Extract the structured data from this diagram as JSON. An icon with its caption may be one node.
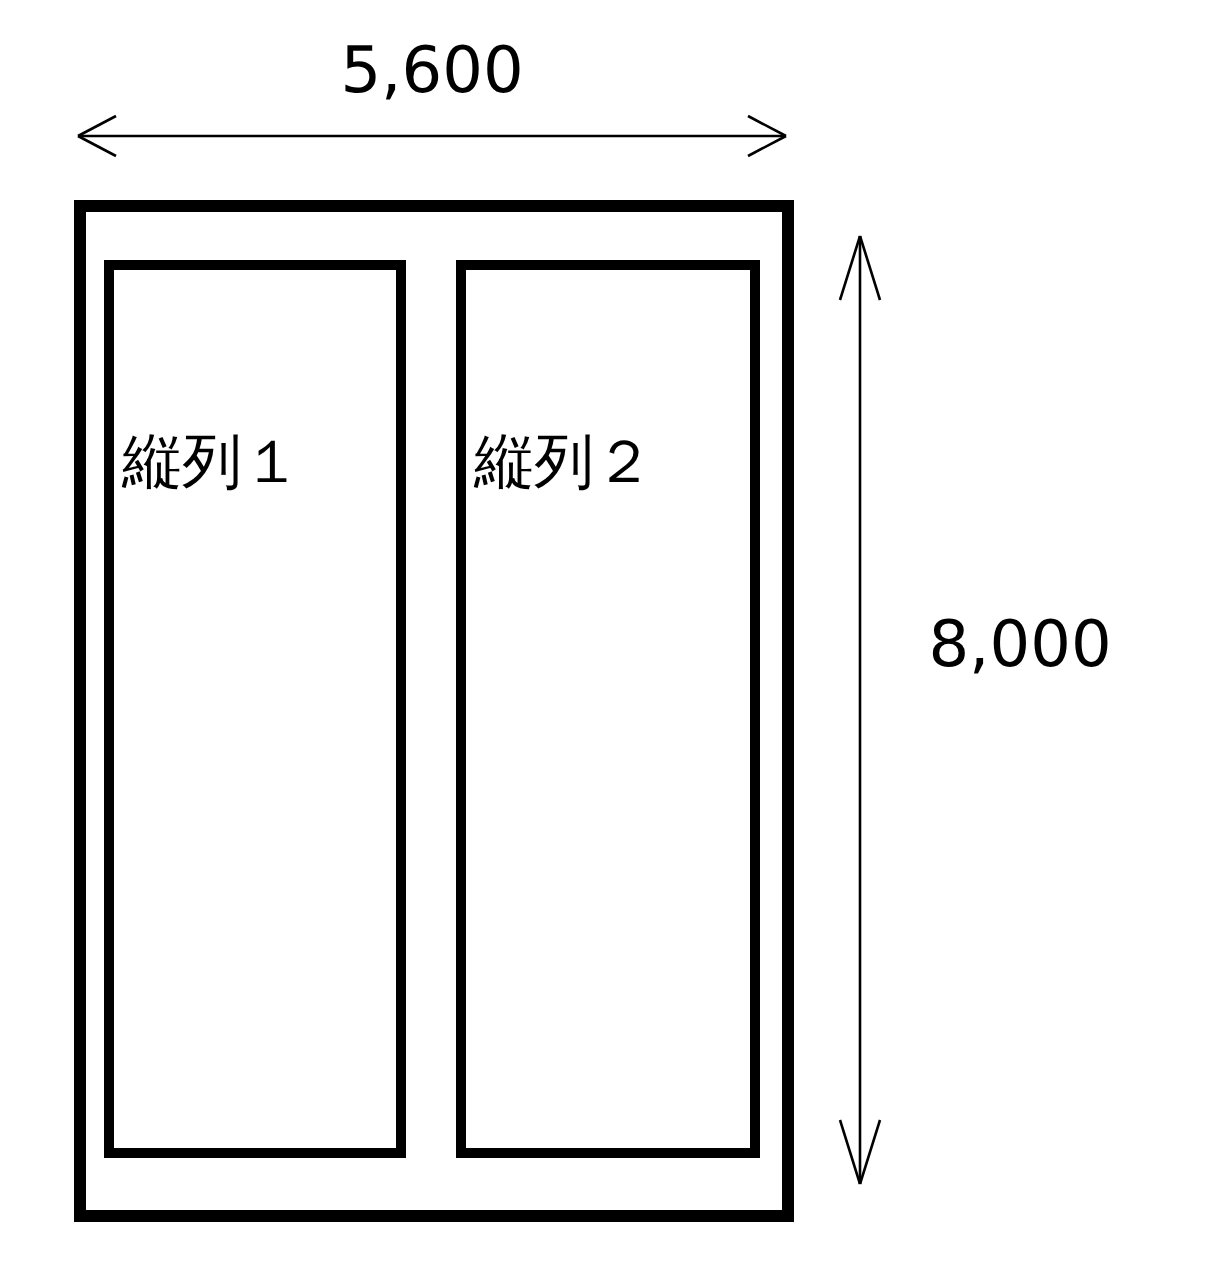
{
  "diagram": {
    "nodes": [
      {
        "text": [],
        "shape": "box"
      },
      {
        "text": [
          "縦列１"
        ],
        "in": 0
      },
      {
        "text": [
          "縦列２"
        ],
        "in": 0
      }
    ],
    "labels": [
      "5,600",
      "8,000"
    ]
  }
}
